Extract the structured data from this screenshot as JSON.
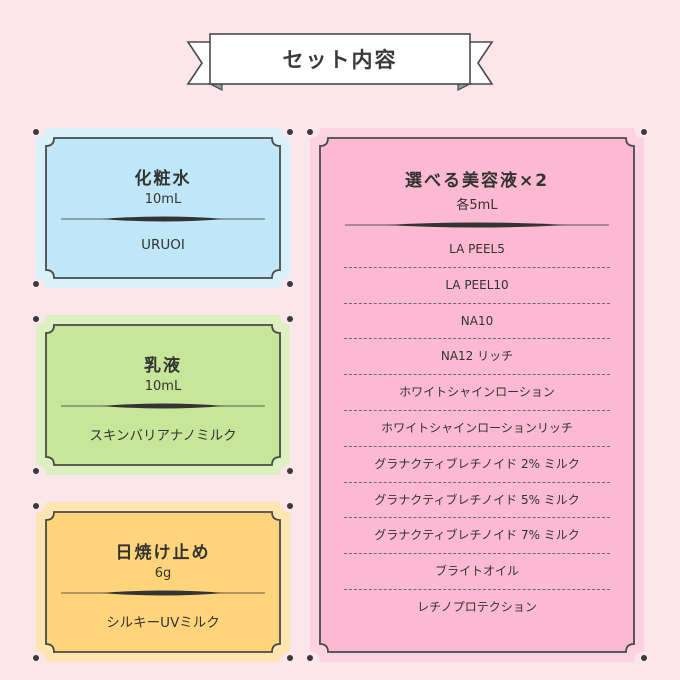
{
  "header": {
    "title": "セット内容"
  },
  "cards": {
    "lotion": {
      "title": "化粧水",
      "volume": "10mL",
      "item": "URUOI"
    },
    "milk": {
      "title": "乳液",
      "volume": "10mL",
      "item": "スキンバリアナノミルク"
    },
    "sunscreen": {
      "title": "日焼け止め",
      "volume": "6g",
      "item": "シルキーUVミルク"
    }
  },
  "serum": {
    "title": "選べる美容液×2",
    "volume": "各5mL",
    "items": [
      "LA PEEL5",
      "LA PEEL10",
      "NA10",
      "NA12 リッチ",
      "ホワイトシャインローション",
      "ホワイトシャインローションリッチ",
      "グラナクティブレチノイド 2% ミルク",
      "グラナクティブレチノイド 5% ミルク",
      "グラナクティブレチノイド 7% ミルク",
      "ブライトオイル",
      "レチノプロテクション"
    ]
  },
  "colors": {
    "background": "#fbe6ec",
    "lotion_inner": "#bfe7f7",
    "lotion_outer": "#d9f1fa",
    "milk_inner": "#c7e69a",
    "milk_outer": "#ddf0c0",
    "sun_inner": "#ffd47a",
    "sun_outer": "#ffe6b0",
    "serum_inner": "#fbb9d2",
    "serum_outer": "#fdd3e2",
    "frame": "#4a4a4a"
  }
}
